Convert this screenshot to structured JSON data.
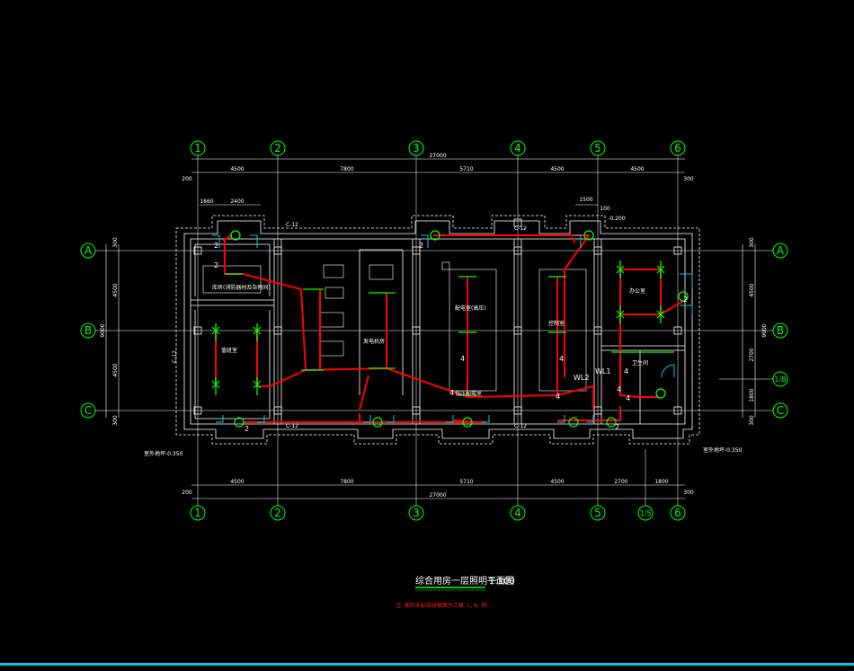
{
  "colors": {
    "background": "#000000",
    "grid_axis": "#00ff00",
    "wiring": "#ff0000",
    "walls": "#ffffff",
    "fixtures": "#00ff00",
    "doors": "#00c8e8",
    "bottom_bar": "#00c8e8"
  },
  "axes_top": [
    "1",
    "2",
    "3",
    "4",
    "5",
    "6"
  ],
  "axes_bottom": [
    "1",
    "2",
    "3",
    "4",
    "5",
    "1/5",
    "6"
  ],
  "axes_rows": [
    "A",
    "B",
    "C"
  ],
  "axes_rows_right": [
    "A",
    "B",
    "1/B",
    "C"
  ],
  "dims_top": {
    "total": "27000",
    "segments": [
      "4500",
      "7800",
      "5710",
      "4500",
      "4500"
    ],
    "edge_left": "200",
    "edge_right": "300",
    "local1": "1860",
    "local2": "2400",
    "local3": "1500",
    "local4": "100",
    "elev": "-0.200"
  },
  "dims_bottom": {
    "total": "27000",
    "segments": [
      "4500",
      "7800",
      "5710",
      "4500",
      "2700",
      "1800"
    ],
    "edge_left": "200",
    "edge_right": "300"
  },
  "dims_left": {
    "total": "9000",
    "top": "300",
    "mid1": "4500",
    "mid2": "4500",
    "bottom": "300"
  },
  "dims_right": {
    "total": "9000",
    "top": "300",
    "mid1": "4500",
    "mid2": "2700",
    "mid3": "1800",
    "bottom": "300"
  },
  "rooms": [
    "库房(消防器材及杂物间)",
    "办公室",
    "值班室",
    "配电室(高压)",
    "低压配电室",
    "发电机房",
    "控制室",
    "卫生间"
  ],
  "circuits": [
    "2",
    "2",
    "2",
    "2",
    "4",
    "4",
    "4",
    "4",
    "4",
    "4",
    "4",
    "2",
    "2"
  ],
  "panels": [
    "WL2",
    "WL1"
  ],
  "side_notes": [
    "室外地坪-0.350",
    "室外地坪-0.350"
  ],
  "small_labels": [
    "C-12",
    "C-12",
    "C-12",
    "C-12",
    "C-12"
  ],
  "title": "综合用房一层照明平面图",
  "scale": "1:100",
  "note": "注: 图中未标导线根数为三根: L, N, PE."
}
